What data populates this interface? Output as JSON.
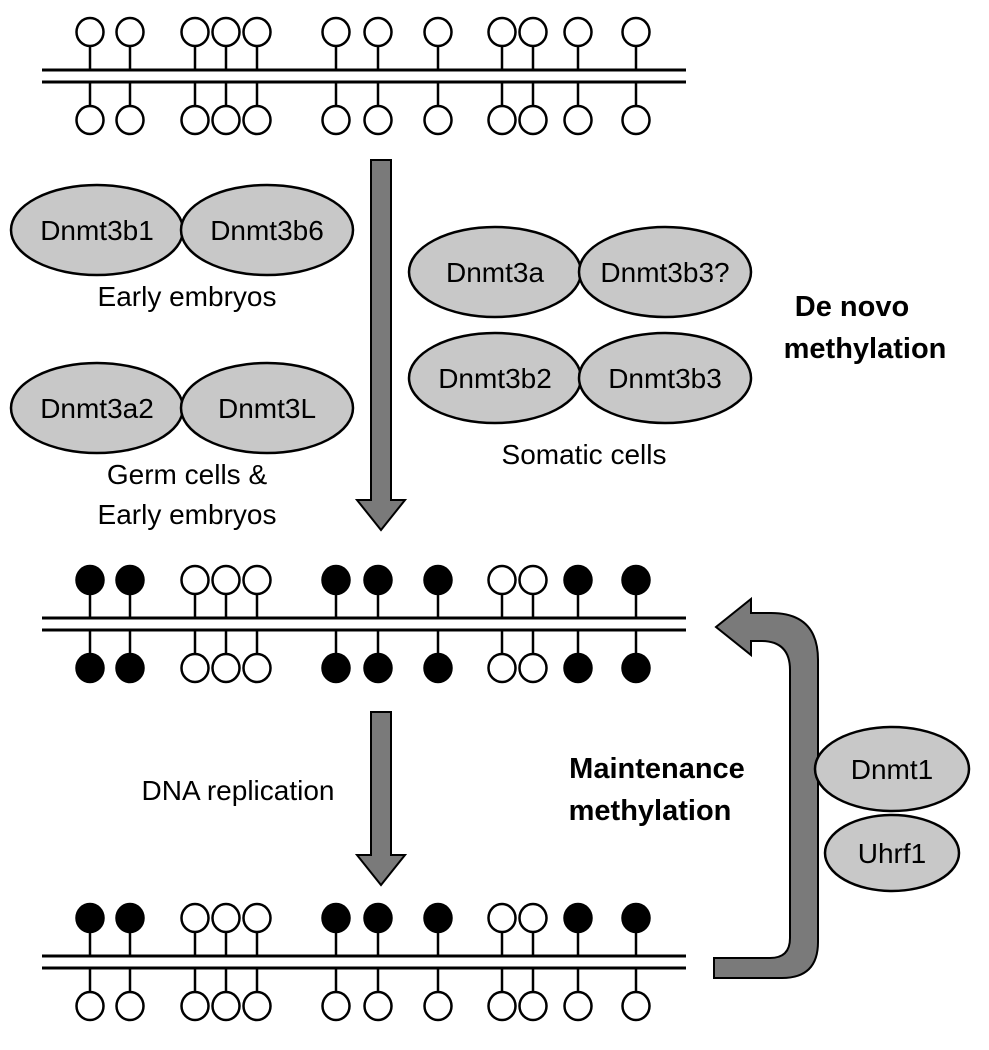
{
  "colors": {
    "enzyme_fill": "#c8c8c8",
    "arrow_fill": "#7a7a7a",
    "stroke": "#000000",
    "methylated": "#000000",
    "unmethylated": "#ffffff"
  },
  "dna_states": {
    "unmethylated_dna": {
      "top_strand_methylated": [
        false,
        false,
        false,
        false,
        false,
        false,
        false,
        false,
        false,
        false,
        false,
        false
      ],
      "bottom_strand_methylated": [
        false,
        false,
        false,
        false,
        false,
        false,
        false,
        false,
        false,
        false,
        false,
        false
      ]
    },
    "fully_methylated_dna": {
      "top_strand_methylated": [
        true,
        true,
        false,
        false,
        false,
        true,
        true,
        true,
        false,
        false,
        true,
        true
      ],
      "bottom_strand_methylated": [
        true,
        true,
        false,
        false,
        false,
        true,
        true,
        true,
        false,
        false,
        true,
        true
      ]
    },
    "hemimethylated_dna": {
      "top_strand_methylated": [
        true,
        true,
        false,
        false,
        false,
        true,
        true,
        true,
        false,
        false,
        true,
        true
      ],
      "bottom_strand_methylated": [
        false,
        false,
        false,
        false,
        false,
        false,
        false,
        false,
        false,
        false,
        false,
        false
      ]
    }
  },
  "enzymes": {
    "dnmt3b1": "Dnmt3b1",
    "dnmt3b6": "Dnmt3b6",
    "dnmt3a2": "Dnmt3a2",
    "dnmt3l": "Dnmt3L",
    "dnmt3a": "Dnmt3a",
    "dnmt3b3_q": "Dnmt3b3?",
    "dnmt3b2": "Dnmt3b2",
    "dnmt3b3": "Dnmt3b3",
    "dnmt1": "Dnmt1",
    "uhrf1": "Uhrf1"
  },
  "captions": {
    "early_embryos": "Early embryos",
    "germ_cells_line1": "Germ cells &",
    "germ_cells_line2": "Early embryos",
    "somatic_cells": "Somatic cells"
  },
  "process_labels": {
    "de_novo_line1": "De novo",
    "de_novo_line2": "methylation",
    "dna_replication": "DNA replication",
    "maintenance_line1": "Maintenance",
    "maintenance_line2": "methylation"
  }
}
